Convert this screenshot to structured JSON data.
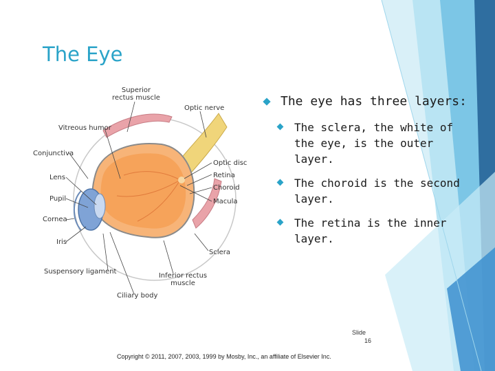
{
  "slide": {
    "title": "The Eye",
    "bullets": [
      {
        "text": "The eye has three layers:",
        "level": 1
      },
      {
        "text": "The sclera, the white of the eye, is the outer layer.",
        "level": 2
      },
      {
        "text": "The choroid is the second layer.",
        "level": 2
      },
      {
        "text": "The retina is the inner layer.",
        "level": 2
      }
    ],
    "slide_number_label": "Slide",
    "slide_number": "16",
    "copyright": "Copyright © 2011, 2007, 2003, 1999 by Mosby, Inc., an affiliate of Elsevier Inc."
  },
  "diagram": {
    "labels": {
      "superior_rectus": "Superior rectus muscle",
      "optic_nerve": "Optic nerve",
      "vitreous_humor": "Vitreous humor",
      "conjunctiva": "Conjunctiva",
      "optic_disc": "Optic disc",
      "retina": "Retina",
      "choroid": "Choroid",
      "lens": "Lens",
      "pupil": "Pupil",
      "macula": "Macula",
      "cornea": "Cornea",
      "iris": "Iris",
      "sclera": "Sclera",
      "suspensory_ligament": "Suspensory ligament",
      "inferior_rectus": "Inferior rectus muscle",
      "ciliary_body": "Ciliary body"
    }
  },
  "colors": {
    "accent": "#2aa3c8",
    "vitreous": "#f6a35a",
    "muscle": "#e9a3a9",
    "optic_nerve": "#f0d57a",
    "iris": "#7fa3d6"
  }
}
